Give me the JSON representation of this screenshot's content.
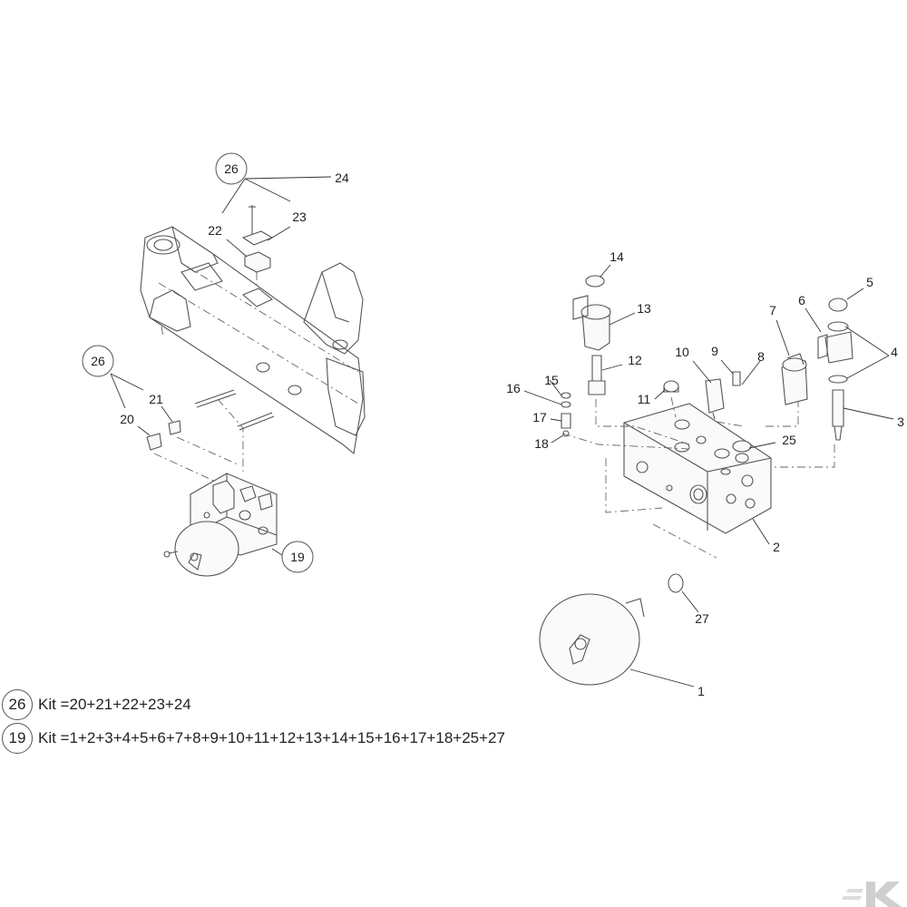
{
  "labels": {
    "l1": "1",
    "l2": "2",
    "l3": "3",
    "l4": "4",
    "l5": "5",
    "l6": "6",
    "l7": "7",
    "l8": "8",
    "l9": "9",
    "l10": "10",
    "l11": "11",
    "l12": "12",
    "l13": "13",
    "l14": "14",
    "l15": "15",
    "l16": "16",
    "l17": "17",
    "l18": "18",
    "l19": "19",
    "l20": "20",
    "l21": "21",
    "l22": "22",
    "l23": "23",
    "l24": "24",
    "l25": "25",
    "l26a": "26",
    "l26b": "26",
    "l27": "27"
  },
  "kits": [
    {
      "number": "26",
      "text": "Kit =20+21+22+23+24"
    },
    {
      "number": "19",
      "text": "Kit =1+2+3+4+5+6+7+8+9+10+11+12+13+14+15+16+17+18+25+27"
    }
  ],
  "colors": {
    "line": "#555555",
    "text": "#222222",
    "background": "#ffffff",
    "logo": "#cfcfcf"
  },
  "icons": {
    "logo": "brand-logo-icon"
  }
}
